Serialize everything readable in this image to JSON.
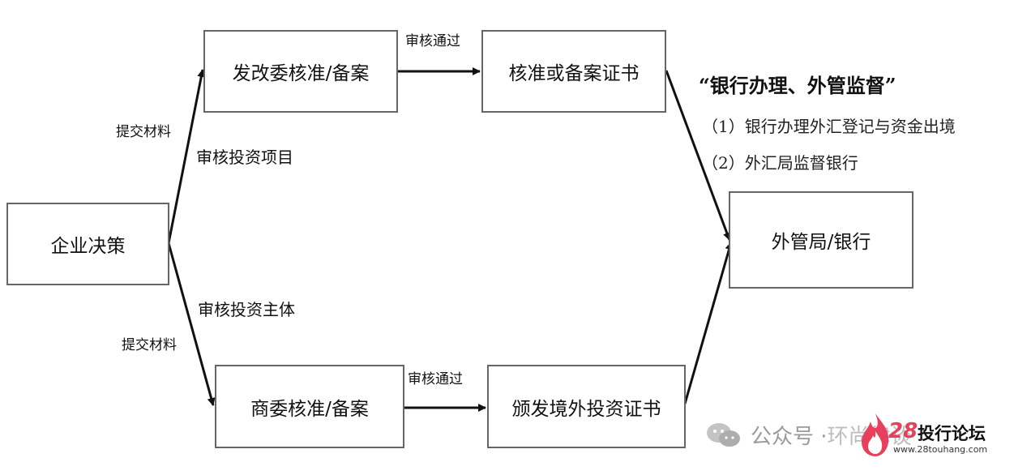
{
  "nodes": {
    "enterprise": "企业决策",
    "ndrc": "发改委核准/备案",
    "approval_cert": "核准或备案证书",
    "mofcom": "商委核准/备案",
    "overseas_cert": "颁发境外投资证书",
    "safe_bank": "外管局/银行"
  },
  "edge_labels": {
    "submit_top": "提交材料",
    "review_project": "审核投资项目",
    "review_entity": "审核投资主体",
    "submit_bottom": "提交材料",
    "pass_top": "审核通过",
    "pass_bottom": "审核通过"
  },
  "note": {
    "title": "“银行办理、外管监督”",
    "line1": "（1）银行办理外汇登记与资金出境",
    "line2": "（2）外汇局监督银行"
  },
  "watermark": {
    "wechat": "公众号 · ",
    "wechat_name": "环尚律谈",
    "logo_number": "28",
    "logo_text": "投行论坛",
    "logo_url": "www.28touhang.com"
  }
}
